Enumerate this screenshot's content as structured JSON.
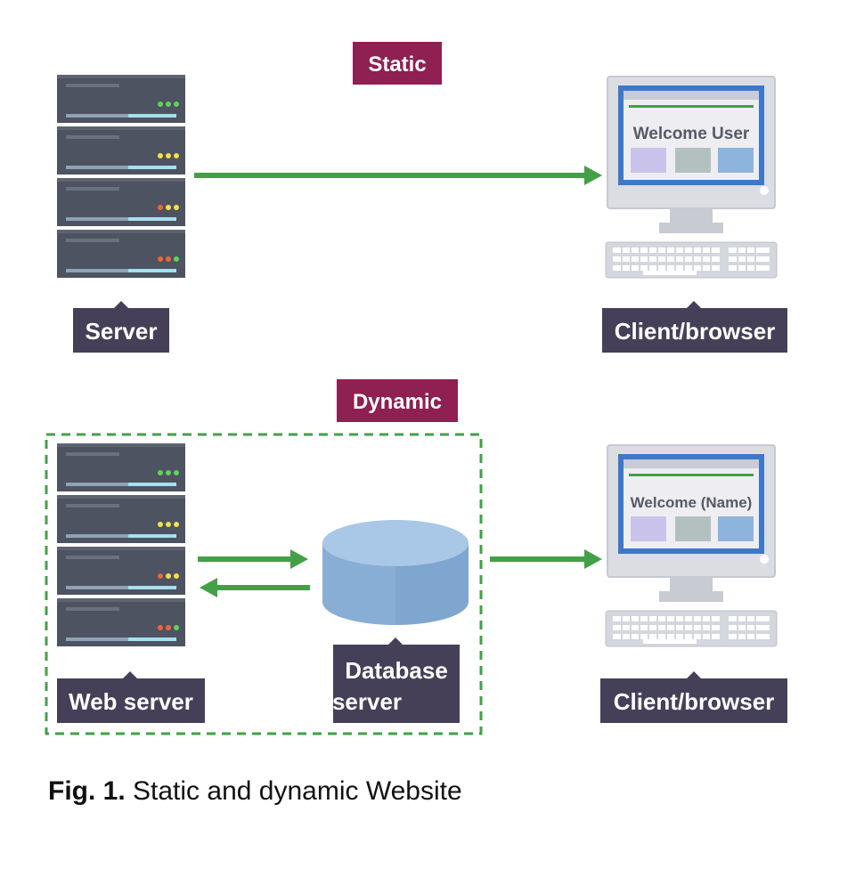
{
  "colors": {
    "header_tag": "#8e2052",
    "label_tag": "#454058",
    "arrow": "#43a047",
    "server_body": "#4d5361",
    "monitor_frame": "#dcdde3",
    "screen_blue": "#3e78c8",
    "database": "#8bb3d9"
  },
  "static_section": {
    "title": "Static",
    "server_label": "Server",
    "client_label": "Client/browser",
    "screen_text": "Welcome User"
  },
  "dynamic_section": {
    "title": "Dynamic",
    "web_server_label": "Web server",
    "database_label_line1": "Database",
    "database_label_line2": "server",
    "client_label": "Client/browser",
    "screen_text": "Welcome (Name)"
  },
  "caption": {
    "figure": "Fig. 1.",
    "text": "Static and dynamic Website"
  }
}
